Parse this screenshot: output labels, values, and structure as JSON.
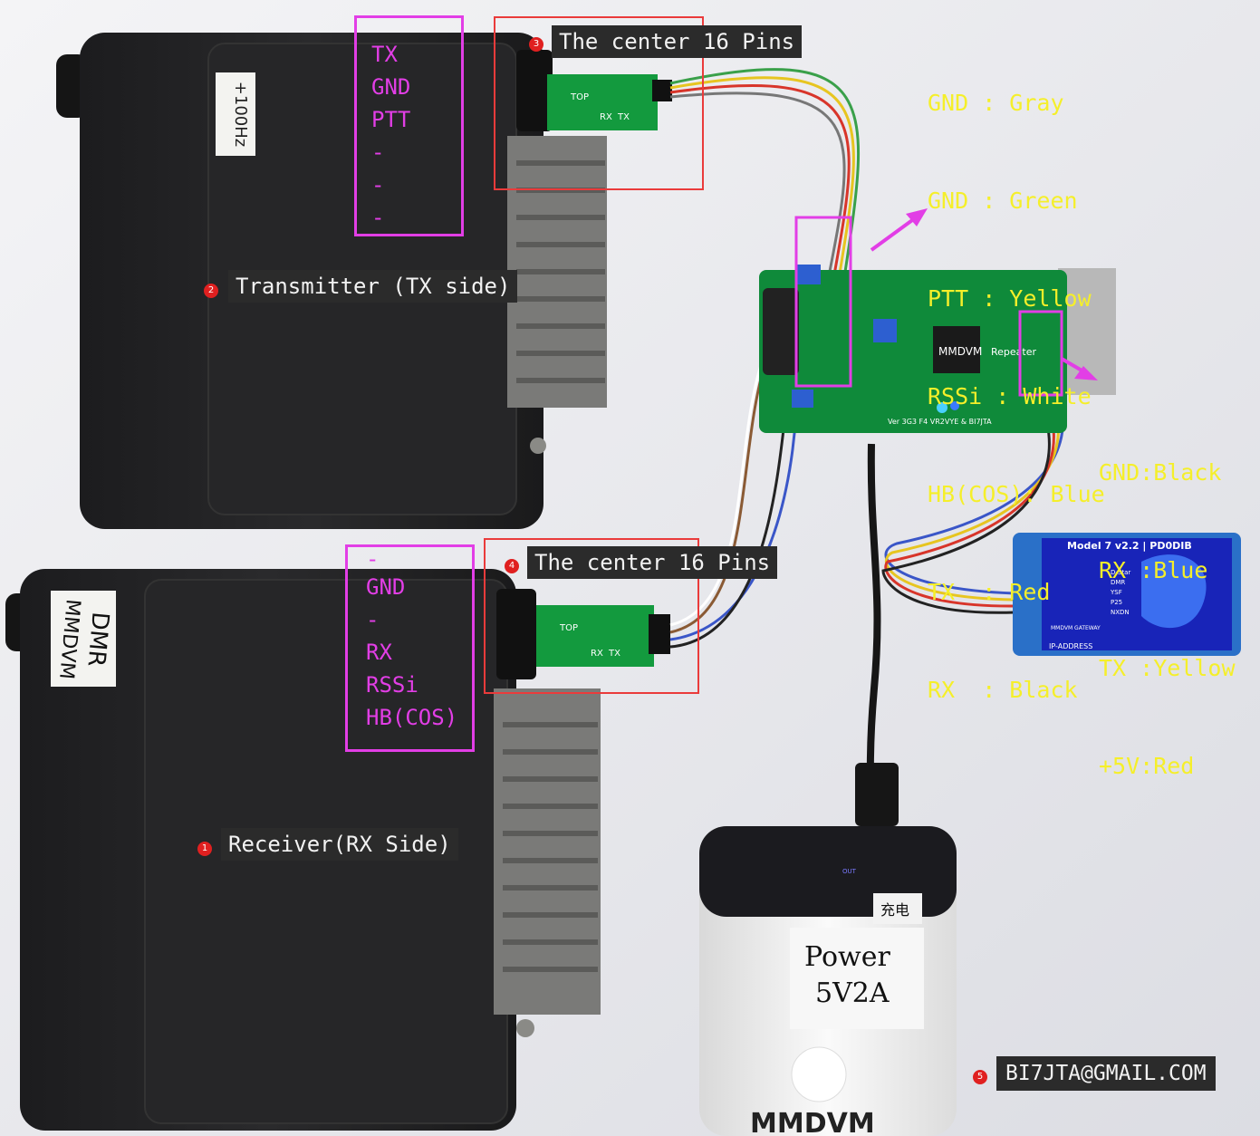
{
  "colors": {
    "magenta": "#e23ee6",
    "yellow_text": "#f5ef2a",
    "callout_bg": "#2b2b2b",
    "badge_red": "#e02020",
    "box_red": "#ea3b3b"
  },
  "callouts": {
    "receiver": {
      "badge": "1",
      "label": "Receiver(RX Side)"
    },
    "transmitter": {
      "badge": "2",
      "label": "Transmitter (TX side)"
    },
    "tx_center_pins": {
      "badge": "3",
      "label": "The center 16 Pins"
    },
    "rx_center_pins": {
      "badge": "4",
      "label": "The center 16 Pins"
    },
    "email": {
      "badge": "5",
      "label": "BI7JTA@GMAIL.COM"
    }
  },
  "tx_pin_list": [
    "TX",
    "GND",
    "PTT",
    "-",
    "-",
    "-"
  ],
  "rx_pin_list": [
    "-",
    "GND",
    "-",
    "RX",
    "RSSi",
    "HB(COS)"
  ],
  "radio_wire_colors": [
    "GND : Gray",
    "GND : Green",
    "PTT : Yellow",
    "RSSi : White",
    "HB(COS): Blue",
    "TX  : Red",
    "RX  : Black"
  ],
  "display_wire_colors": [
    "GND:Black",
    "RX :Blue",
    "TX :Yellow",
    "+5V:Red"
  ],
  "photo_text": {
    "sticker_tx": "+100Hz",
    "sticker_rx_1": "DMR",
    "sticker_rx_2": "MMDVM",
    "board_brand": "MMDVM",
    "board_text": "Repeater",
    "board_version": "Ver 3G3 F4 VR2VYE & BI7JTA",
    "adapter_top": "TOP",
    "adapter_rx": "RX",
    "adapter_tx": "TX",
    "lcd_title": "Model 7 v2.2 | PD0DIB",
    "lcd_items": [
      "D-Star",
      "DMR",
      "YSF",
      "P25",
      "NXDN"
    ],
    "lcd_gateway": "MMDVM GATEWAY",
    "lcd_ip": "IP-ADDRESS",
    "powerbank_out": "OUT",
    "powerbank_charge": "充电",
    "power_note_1": "Power",
    "power_note_2": "5V2A",
    "powerbank_brand": "MMDVM"
  }
}
